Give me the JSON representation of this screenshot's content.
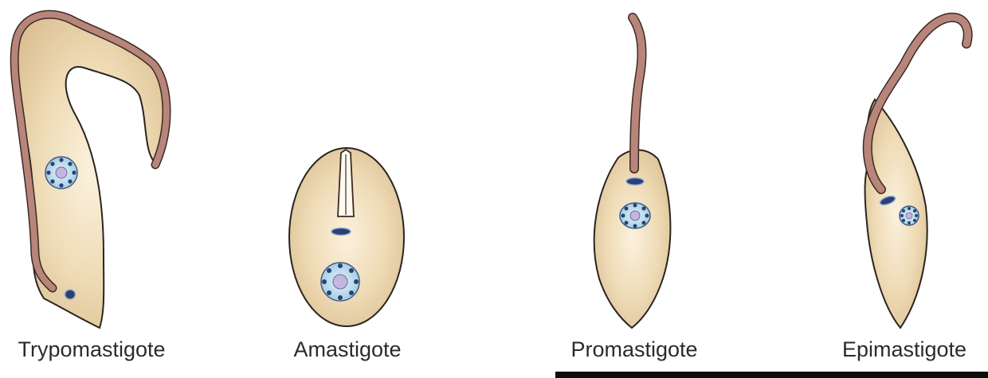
{
  "labels": {
    "trypomastigote": "Trypomastigote",
    "amastigote": "Amastigote",
    "promastigote": "Promastigote",
    "epimastigote": "Epimastigote"
  },
  "colors": {
    "body_fill": "#e7cfa6",
    "body_outline": "#2a2420",
    "flagellum": "#b8857a",
    "nucleus": "#b5dcee",
    "kinetoplast": "#2f3f72",
    "nucleolus": "#c6b5e0"
  }
}
